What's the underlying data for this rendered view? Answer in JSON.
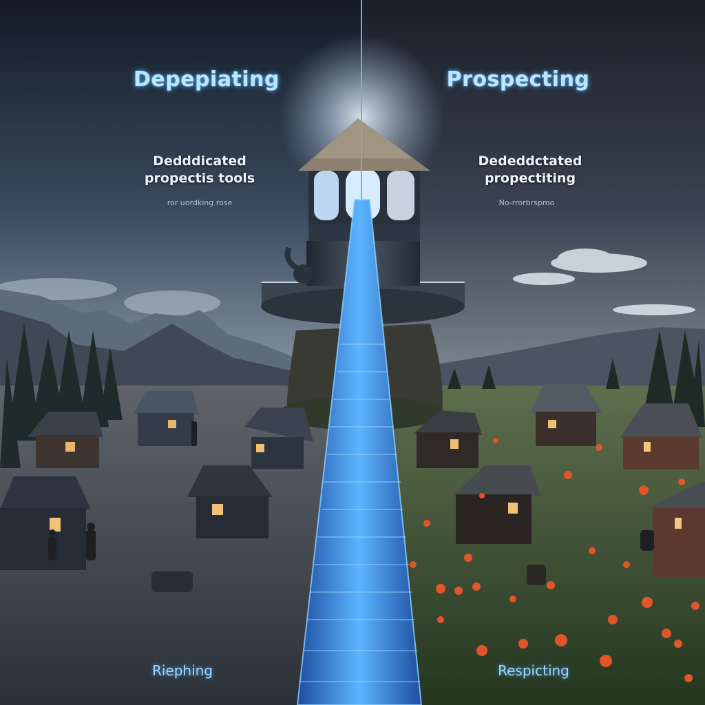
{
  "image": {
    "description": "",
    "left_panel": {
      "title": "Depepiating",
      "subtitle_line1": "Dedddicated",
      "subtitle_line2": "propectis tools",
      "tagline": "ror uordking rose",
      "footer": "Riephing"
    },
    "right_panel": {
      "title": "Prospecting",
      "subtitle_line1": "Dededdctated",
      "subtitle_line2": "propectiting",
      "tagline": "No-rrorbrspmo",
      "footer": "Respicting"
    },
    "colors": {
      "beam": "#3aa0ff",
      "left_ground": "#4a4f57",
      "right_ground": "#3f5a38",
      "flowers": "#e2552b",
      "sky_dark": "#1c2533"
    }
  }
}
